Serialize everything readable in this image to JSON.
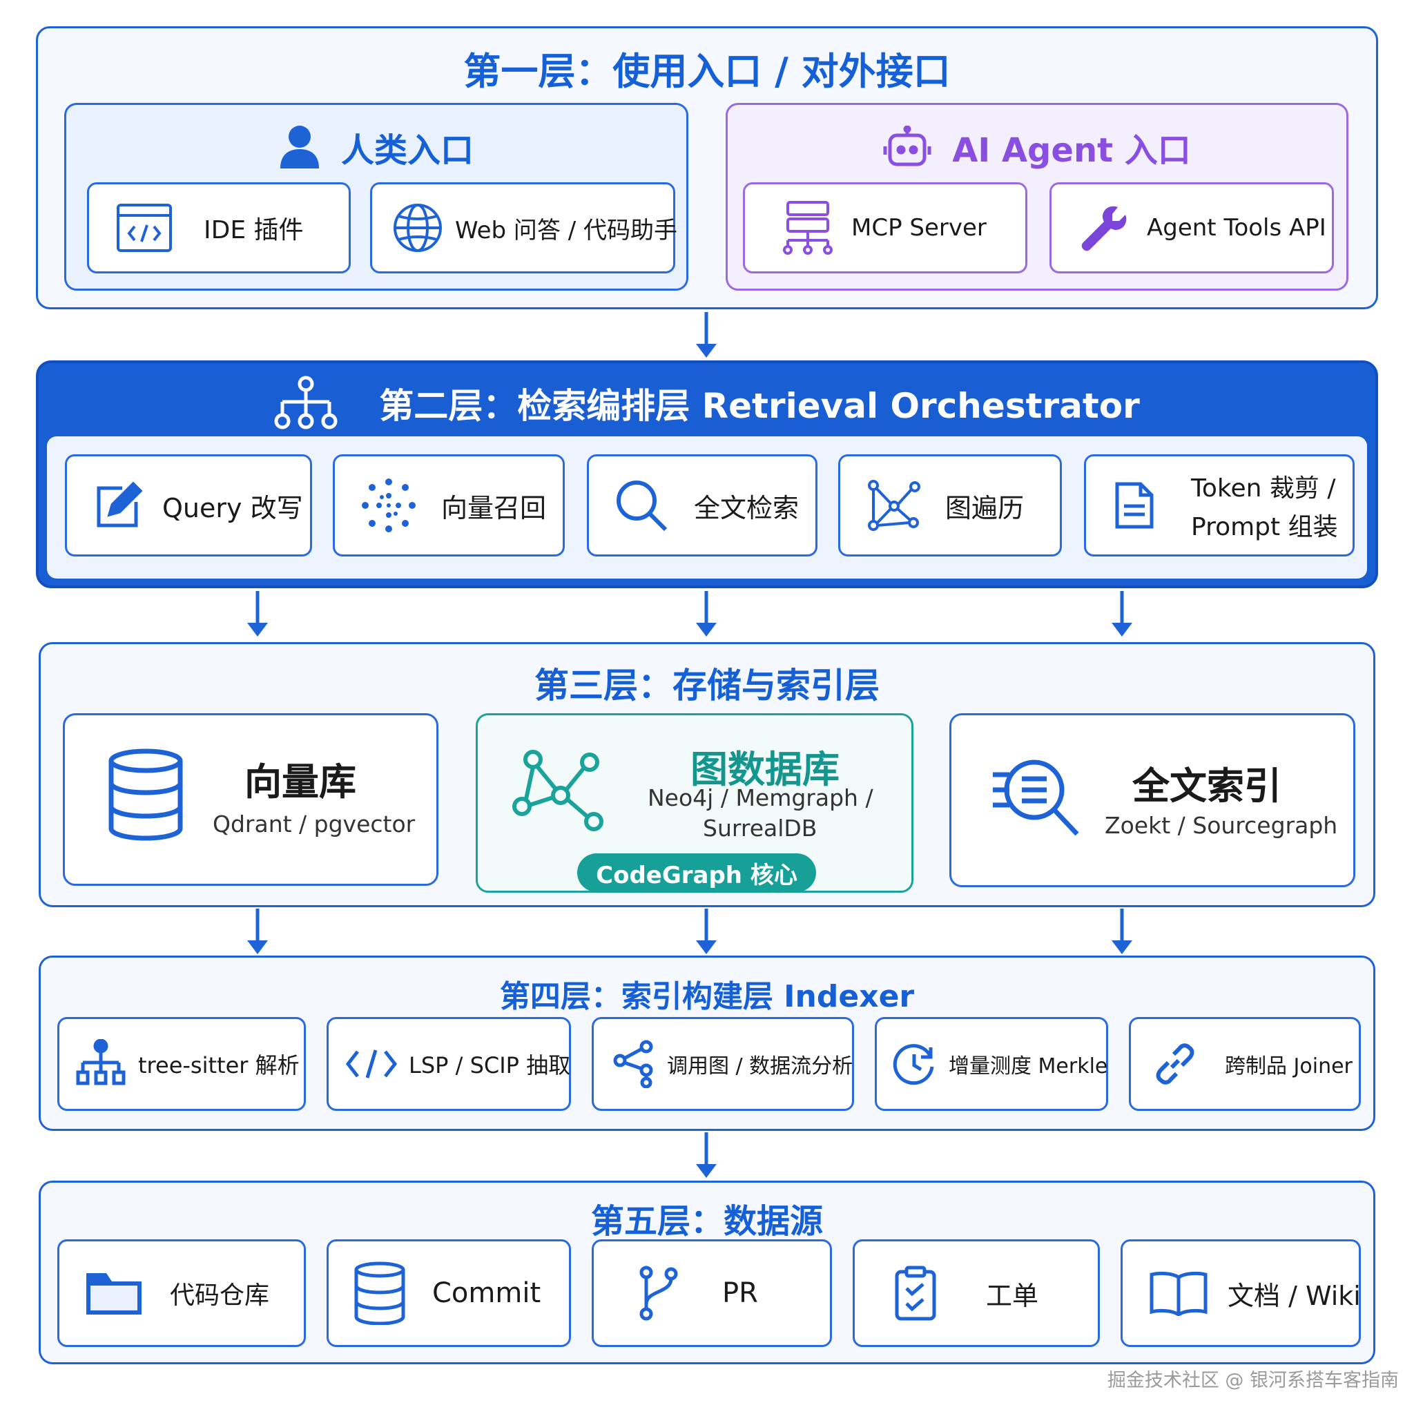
{
  "layer1": {
    "title": "第一层：使用入口 / 对外接口",
    "human": {
      "title": "人类入口",
      "items": [
        {
          "label": "IDE 插件",
          "icon": "code-window-icon"
        },
        {
          "label": "Web 问答 / 代码助手",
          "icon": "globe-icon"
        }
      ]
    },
    "agent": {
      "title": "AI Agent 入口",
      "items": [
        {
          "label": "MCP Server",
          "icon": "server-icon"
        },
        {
          "label": "Agent Tools API",
          "icon": "wrench-icon"
        }
      ]
    }
  },
  "layer2": {
    "title": "第二层：检索编排层 Retrieval Orchestrator",
    "icon": "hierarchy-icon",
    "items": [
      {
        "label": "Query 改写",
        "icon": "edit-icon"
      },
      {
        "label": "向量召回",
        "icon": "dots-cluster-icon"
      },
      {
        "label": "全文检索",
        "icon": "search-icon"
      },
      {
        "label": "图遍历",
        "icon": "graph-nodes-icon"
      },
      {
        "label_line1": "Token 裁剪 /",
        "label_line2": "Prompt 组装",
        "icon": "document-icon"
      }
    ]
  },
  "layer3": {
    "title": "第三层：存储与索引层",
    "stores": [
      {
        "title": "向量库",
        "subtitle": "Qdrant / pgvector",
        "icon": "database-icon"
      },
      {
        "title": "图数据库",
        "subtitle_line1": "Neo4j / Memgraph /",
        "subtitle_line2": "SurrealDB",
        "badge": "CodeGraph 核心",
        "icon": "graph-network-icon"
      },
      {
        "title": "全文索引",
        "subtitle": "Zoekt / Sourcegraph",
        "icon": "text-search-icon"
      }
    ]
  },
  "layer4": {
    "title": "第四层：索引构建层 Indexer",
    "items": [
      {
        "label": "tree-sitter 解析",
        "icon": "tree-icon"
      },
      {
        "label": "LSP / SCIP 抽取",
        "icon": "code-brackets-icon"
      },
      {
        "label": "调用图 / 数据流分析",
        "icon": "share-nodes-icon"
      },
      {
        "label": "增量测度 Merkle",
        "icon": "clock-refresh-icon"
      },
      {
        "label": "跨制品 Joiner",
        "icon": "link-icon"
      }
    ]
  },
  "layer5": {
    "title": "第五层：数据源",
    "items": [
      {
        "label": "代码仓库",
        "icon": "folder-icon"
      },
      {
        "label": "Commit",
        "icon": "database-icon"
      },
      {
        "label": "PR",
        "icon": "git-branch-icon"
      },
      {
        "label": "工单",
        "icon": "clipboard-check-icon"
      },
      {
        "label": "文档 / Wiki",
        "icon": "book-icon"
      }
    ]
  },
  "watermark": "掘金技术社区 @ 银河系搭车客指南",
  "colors": {
    "primary": "#1e63d6",
    "purple": "#9b6ae0",
    "teal": "#1aa39a",
    "layer_bg": "#f5f8fe"
  }
}
